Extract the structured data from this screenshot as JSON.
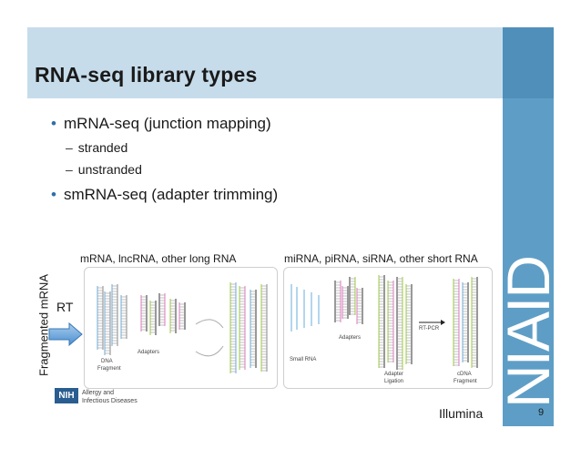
{
  "slide": {
    "title": "RNA-seq library types",
    "page_number": "9",
    "logo_text": "NIAID"
  },
  "bullets": [
    {
      "text": "mRNA-seq (junction mapping)",
      "subs": [
        "stranded",
        "unstranded"
      ]
    },
    {
      "text": "smRNA-seq (adapter trimming)",
      "subs": []
    }
  ],
  "bullet_symbol": "•",
  "dash_symbol": "–",
  "figure": {
    "left_caption": "mRNA, lncRNA, other long RNA",
    "right_caption": "miRNA, piRNA, siRNA, other short RNA",
    "side_label": "Fragmented mRNA",
    "rt_label": "RT",
    "left_panel_labels": {
      "dna_fragment_1": "DNA",
      "dna_fragment_2": "Fragment",
      "adapters": "Adapters"
    },
    "right_panel_labels": {
      "small_rna": "Small RNA",
      "adapters": "Adapters",
      "rt_pcr": "RT-PCR",
      "adapter_ligation_1": "Adapter",
      "adapter_ligation_2": "Ligation",
      "cdna_fragment_1": "cDNA",
      "cdna_fragment_2": "Fragment"
    },
    "nih_logo": "NIH",
    "nih_line1": "Allergy and",
    "nih_line2": "Infectious Diseases",
    "credit": "Illumina"
  },
  "colors": {
    "title_band": "#c6dcea",
    "side_band": "#5e9ec6",
    "bullet": "#2f6fa7"
  }
}
